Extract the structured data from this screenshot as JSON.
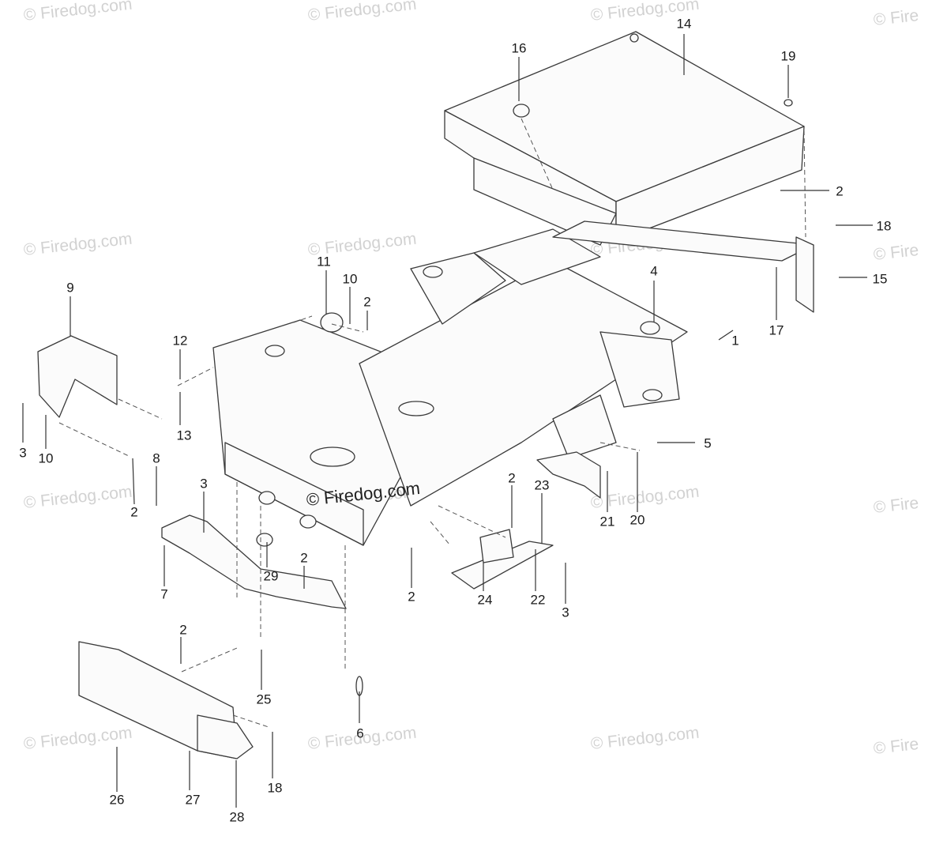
{
  "watermark": {
    "text": "© Firedog.com",
    "edge_text": "© Fire",
    "center_text": "© Firedog.com"
  },
  "callouts": [
    {
      "num": "14"
    },
    {
      "num": "16"
    },
    {
      "num": "19"
    },
    {
      "num": "2"
    },
    {
      "num": "18"
    },
    {
      "num": "15"
    },
    {
      "num": "11"
    },
    {
      "num": "10"
    },
    {
      "num": "2"
    },
    {
      "num": "4"
    },
    {
      "num": "17"
    },
    {
      "num": "1"
    },
    {
      "num": "9"
    },
    {
      "num": "12"
    },
    {
      "num": "13"
    },
    {
      "num": "3"
    },
    {
      "num": "10"
    },
    {
      "num": "5"
    },
    {
      "num": "8"
    },
    {
      "num": "2"
    },
    {
      "num": "3"
    },
    {
      "num": "2"
    },
    {
      "num": "23"
    },
    {
      "num": "21"
    },
    {
      "num": "20"
    },
    {
      "num": "7"
    },
    {
      "num": "29"
    },
    {
      "num": "2"
    },
    {
      "num": "2"
    },
    {
      "num": "22"
    },
    {
      "num": "24"
    },
    {
      "num": "3"
    },
    {
      "num": "2"
    },
    {
      "num": "25"
    },
    {
      "num": "6"
    },
    {
      "num": "18"
    },
    {
      "num": "26"
    },
    {
      "num": "27"
    },
    {
      "num": "28"
    }
  ]
}
